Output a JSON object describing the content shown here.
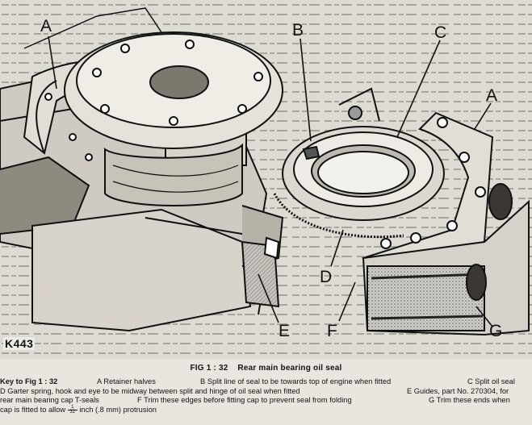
{
  "figure": {
    "id_label": "K443",
    "callouts": {
      "A1": "A",
      "B": "B",
      "C": "C",
      "A2": "A",
      "D": "D",
      "E": "E",
      "F": "F",
      "G": "G"
    }
  },
  "caption": {
    "number": "FIG 1 : 32",
    "title": "Rear main bearing oil seal"
  },
  "key": {
    "heading": "Key to Fig 1 : 32",
    "A": "A   Retainer halves",
    "B": "B   Split line of seal to be towards top of engine when fitted",
    "C": "C   Split oil seal",
    "D": "D  Garter spring, hook and eye to be midway between split and hinge of oil seal when fitted",
    "E": "E   Guides, part No. 270304, for",
    "line3a": "rear main bearing cap T-seals",
    "F": "F   Trim these edges before fitting cap to prevent seal from folding",
    "G": "G   Trim these ends when",
    "line4": "cap is fitted to allow",
    "fraction_num": "1",
    "fraction_den": "32",
    "line4_end": "inch (.8 mm) protrusion"
  },
  "colors": {
    "paper": "#e9e6df",
    "ink": "#141414"
  }
}
